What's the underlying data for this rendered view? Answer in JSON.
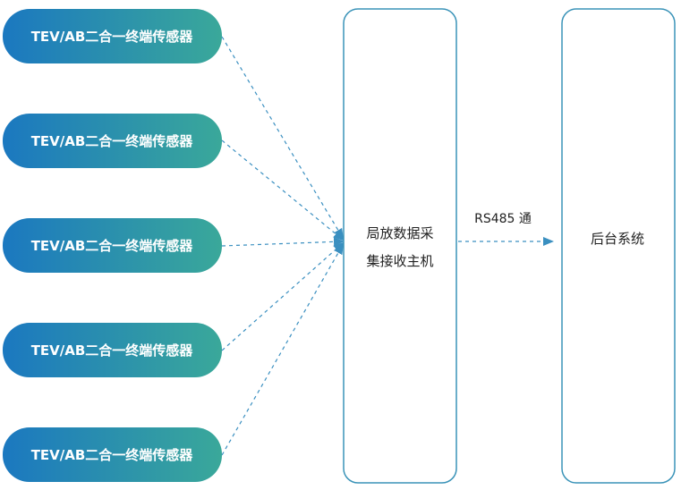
{
  "colors": {
    "sensor_gradient_start": "#1b78c0",
    "sensor_gradient_end": "#3aa89a",
    "box_border": "#3a93b8",
    "arrow": "#3a8fc0",
    "text": "#222222"
  },
  "sensors": [
    {
      "label": "TEV/AB二合一终端传感器"
    },
    {
      "label": "TEV/AB二合一终端传感器"
    },
    {
      "label": "TEV/AB二合一终端传感器"
    },
    {
      "label": "TEV/AB二合一终端传感器"
    },
    {
      "label": "TEV/AB二合一终端传感器"
    }
  ],
  "host": {
    "label_line1": "局放数据采",
    "label_line2": "集接收主机"
  },
  "connection": {
    "label": "RS485 通"
  },
  "backend": {
    "label": "后台系统"
  }
}
